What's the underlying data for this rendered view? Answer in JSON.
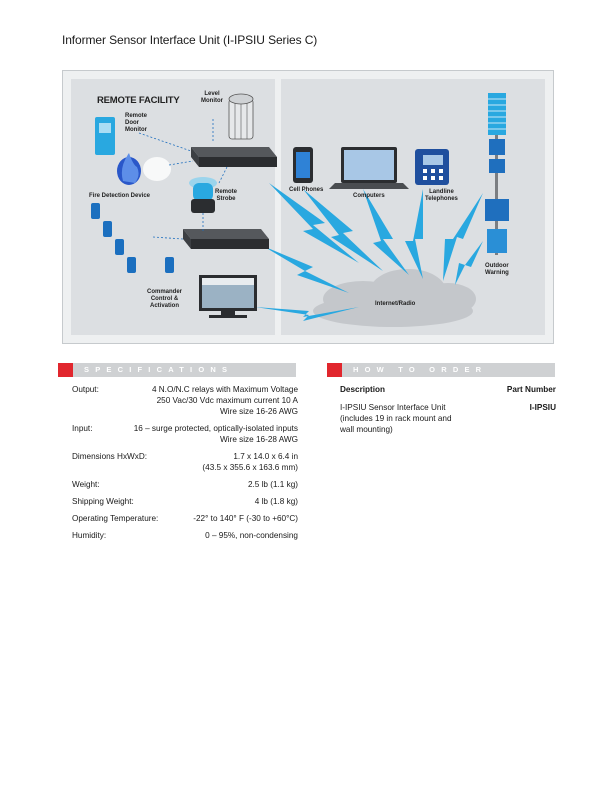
{
  "page": {
    "title": "Informer Sensor Interface Unit (I-IPSIU Series C)"
  },
  "diagram": {
    "facility_title": "REMOTE FACILITY",
    "labels": {
      "level_monitor": [
        "Level",
        "Monitor"
      ],
      "remote_door_monitor": [
        "Remote",
        "Door",
        "Monitor"
      ],
      "fire_detection": "Fire Detection Device",
      "remote_strobe": [
        "Remote",
        "Strobe"
      ],
      "commander": [
        "Commander",
        "Control &",
        "Activation"
      ],
      "cell_phones": "Cell Phones",
      "computers": "Computers",
      "landline": [
        "Landline",
        "Telephones"
      ],
      "outdoor_warning": [
        "Outdoor",
        "Warning"
      ],
      "internet_radio": "Internet/Radio"
    },
    "colors": {
      "accent_blue": "#29a8e0",
      "device_dark": "#2b2d30",
      "cloud": "#c9ccd0",
      "panel": "#dcdfe2"
    }
  },
  "specifications": {
    "title": "SPECIFICATIONS",
    "rows": [
      {
        "label": "Output:",
        "lines": [
          "4 N.O/N.C relays with Maximum Voltage",
          "250 Vac/30 Vdc maximum current 10 A",
          "Wire size 16-26 AWG"
        ]
      },
      {
        "label": "Input:",
        "lines": [
          "16 – surge protected, optically-isolated inputs",
          "Wire size 16-28 AWG"
        ]
      },
      {
        "label": "Dimensions HxWxD:",
        "lines": [
          "1.7 x 14.0 x 6.4 in",
          "(43.5 x 355.6 x 163.6 mm)"
        ]
      },
      {
        "label": "Weight:",
        "lines": [
          "2.5 lb (1.1 kg)"
        ]
      },
      {
        "label": "Shipping Weight:",
        "lines": [
          "4 lb (1.8 kg)"
        ]
      },
      {
        "label": "Operating Temperature:",
        "lines": [
          "-22° to 140° F (-30 to +60°C)"
        ]
      },
      {
        "label": "Humidity:",
        "lines": [
          "0 – 95%, non-condensing"
        ]
      }
    ]
  },
  "how_to_order": {
    "title": "HOW TO ORDER",
    "col_description": "Description",
    "col_part_number": "Part Number",
    "items": [
      {
        "description": [
          "I-IPSIU Sensor Interface Unit",
          "(includes 19 in rack mount and",
          "wall mounting)"
        ],
        "part_number": "I-IPSIU"
      }
    ]
  }
}
